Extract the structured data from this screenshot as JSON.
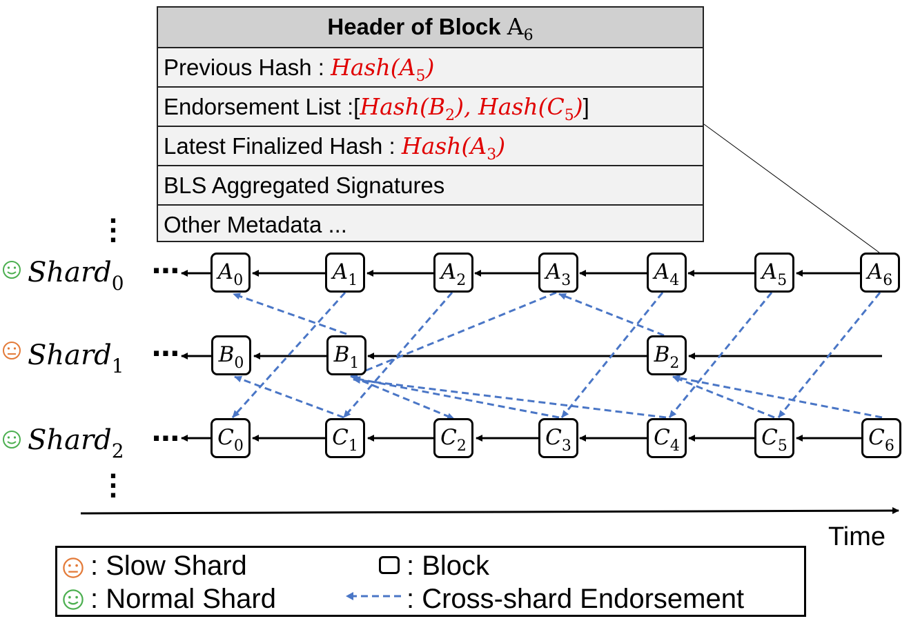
{
  "header": {
    "title": "Header of Block ",
    "title_math": "A",
    "title_sub": "6",
    "rows": [
      {
        "label": "Previous Hash : ",
        "fn": "Hash",
        "open": "(",
        "var": "A",
        "sub": "5",
        "close": ")"
      },
      {
        "label": "Endorsement List :[",
        "items": "Hash(B2), Hash(C5)",
        "end": "]"
      },
      {
        "label": "Latest Finalized Hash : ",
        "fn": "Hash",
        "open": "(",
        "var": "A",
        "sub": "3",
        "close": ")"
      },
      {
        "label": "BLS Aggregated Signatures"
      },
      {
        "label": "Other Metadata ..."
      }
    ]
  },
  "shards": [
    {
      "name": "Shard",
      "sub": "0",
      "status": "normal"
    },
    {
      "name": "Shard",
      "sub": "1",
      "status": "slow"
    },
    {
      "name": "Shard",
      "sub": "2",
      "status": "normal"
    }
  ],
  "ellipsis": "⋯",
  "blocks": {
    "A": [
      "0",
      "1",
      "2",
      "3",
      "4",
      "5",
      "6"
    ],
    "B": [
      "0",
      "1",
      "2"
    ],
    "C": [
      "0",
      "1",
      "2",
      "3",
      "4",
      "5",
      "6"
    ]
  },
  "axis_label": "Time",
  "legend": {
    "slow": ": Slow Shard",
    "normal": ": Normal Shard",
    "block": ": Block",
    "endorse": ": Cross-shard Endorsement"
  },
  "colors": {
    "highlight": "#e00000",
    "endorsement": "#4a76c6",
    "slow": "#e37a38",
    "normal": "#4caf50",
    "header_title_bg": "#d0d0d0",
    "header_row_bg": "#f2f2f2"
  }
}
